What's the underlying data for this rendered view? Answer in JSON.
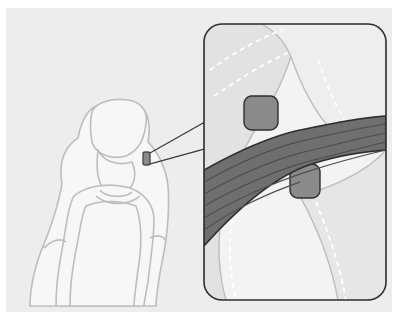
{
  "illustration": {
    "colors": {
      "background": "#ededed",
      "seat_fill": "#f7f7f7",
      "seat_stroke": "#bdbdbd",
      "callout_stroke": "#3a3a3a",
      "belt_fill": "#6f6f6f",
      "belt_lines": "#4f4f4f",
      "guide_fill": "#8a8a8a",
      "stitch": "#ffffff"
    },
    "parts": [
      "seat",
      "seat-belt-guide",
      "magnified-callout",
      "seat-belt"
    ]
  }
}
